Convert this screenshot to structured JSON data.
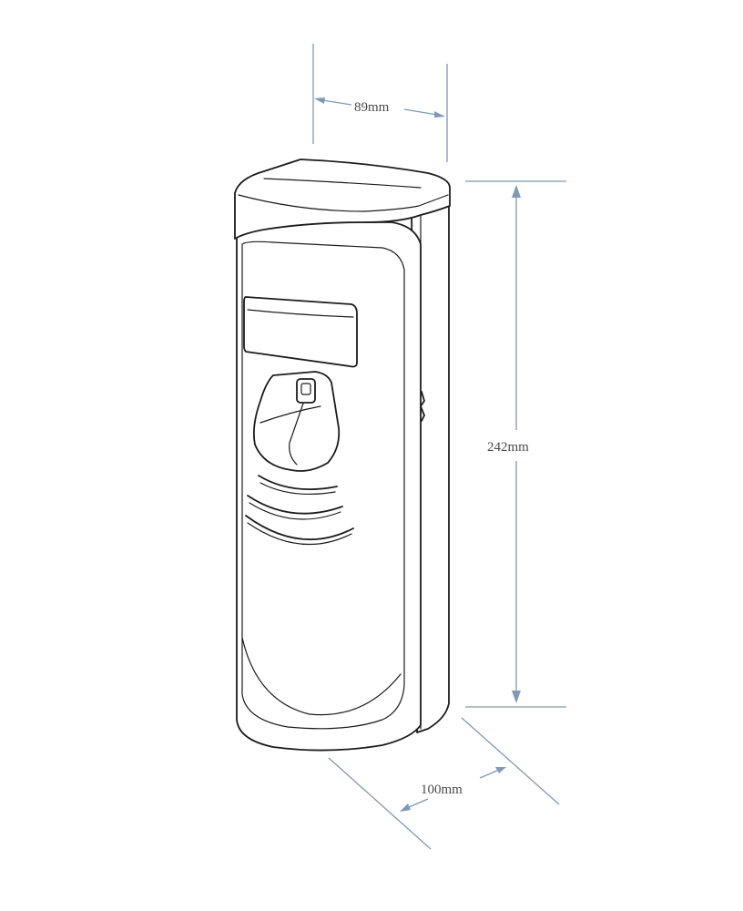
{
  "dimensions": {
    "width_label": "89mm",
    "height_label": "242mm",
    "depth_label": "100mm"
  },
  "colors": {
    "dimension_line": "#7f99b8",
    "outline": "#1c1c1c",
    "label_text": "#4a4a4a"
  }
}
